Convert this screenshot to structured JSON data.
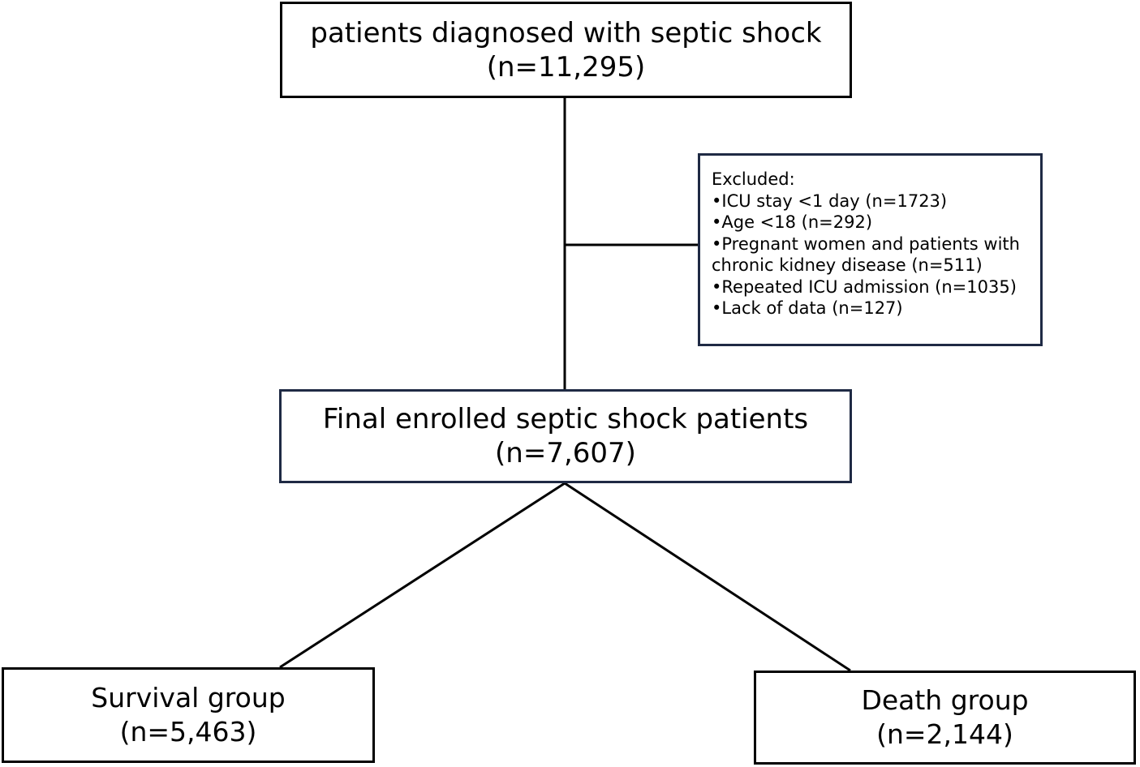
{
  "boxes": {
    "top": {
      "title": "patients diagnosed with septic shock",
      "count": "(n=11,295)"
    },
    "final": {
      "title": "Final enrolled septic shock patients",
      "count": "(n=7,607)"
    },
    "survival": {
      "title": "Survival group",
      "count": "(n=5,463)"
    },
    "death": {
      "title": "Death group",
      "count": "(n=2,144)"
    }
  },
  "excluded": {
    "title": "Excluded:",
    "items": [
      "•ICU stay <1 day (n=1723)",
      "•Age <18 (n=292)",
      "•Pregnant women and patients with",
      "chronic kidney disease (n=511)",
      "•Repeated ICU admission (n=1035)",
      "•Lack of data (n=127)"
    ]
  },
  "colors": {
    "line": "#000000",
    "box_border_black": "#000000",
    "box_border_navy": "#1f2a44",
    "background": "#ffffff"
  }
}
